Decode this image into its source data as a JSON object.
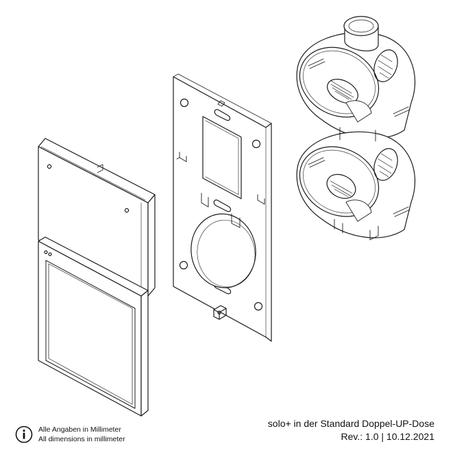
{
  "note": {
    "line1": "Alle Angaben in Millimeter",
    "line2": "All dimensions in millimeter",
    "icon": "info-icon"
  },
  "caption": {
    "title": "solo+ in der Standard Doppel-UP-Dose",
    "revision": "Rev.: 1.0 | 10.12.2021"
  }
}
